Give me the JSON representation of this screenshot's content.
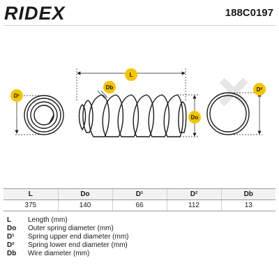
{
  "header": {
    "brand": "RIDEX",
    "part_number": "188C0197"
  },
  "diagram": {
    "labels": {
      "length": "L",
      "wire": "Db",
      "upper": "D¹",
      "lower": "D²",
      "outer": "Do"
    },
    "colors": {
      "badge": "#f2c500",
      "line": "#1a1a1a",
      "watermark": "#e6e6e6"
    }
  },
  "table": {
    "headers": [
      "L",
      "Do",
      "D¹",
      "D²",
      "Db"
    ],
    "values": [
      "375",
      "140",
      "66",
      "112",
      "13"
    ]
  },
  "legend": [
    {
      "key": "L",
      "desc": "Length (mm)"
    },
    {
      "key": "Do",
      "desc": "Outer spring diameter (mm)"
    },
    {
      "key": "D¹",
      "desc": "Spring upper end diameter (mm)"
    },
    {
      "key": "D²",
      "desc": "Spring lower end diameter (mm)"
    },
    {
      "key": "Db",
      "desc": "Wire diameter (mm)"
    }
  ]
}
